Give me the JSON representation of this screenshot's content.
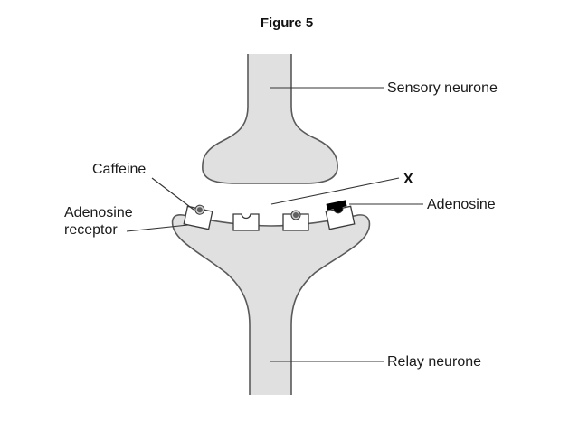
{
  "figure": {
    "title": "Figure 5",
    "labels": {
      "sensory_neurone": "Sensory neurone",
      "relay_neurone": "Relay neurone",
      "caffeine": "Caffeine",
      "adenosine_receptor_line1": "Adenosine",
      "adenosine_receptor_line2": "receptor",
      "adenosine": "Adenosine",
      "x_marker": "X"
    },
    "receptors": [
      {
        "state": "caffeine-bound"
      },
      {
        "state": "empty"
      },
      {
        "state": "caffeine-bound"
      },
      {
        "state": "adenosine-bound"
      }
    ],
    "colors": {
      "neurone_fill": "#e0e0e0",
      "neurone_stroke": "#5a5a5a",
      "caffeine": "#5f5f5f",
      "adenosine": "#000000"
    }
  }
}
